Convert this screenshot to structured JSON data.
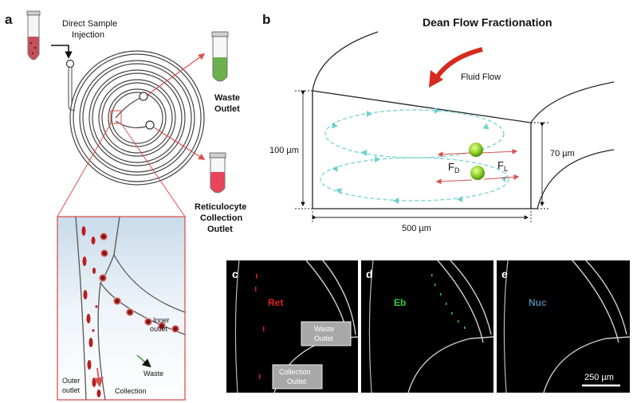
{
  "panel_a": {
    "letter": "a",
    "injection_label": [
      "Direct Sample",
      "Injection"
    ],
    "waste_label": [
      "Waste",
      "Outlet"
    ],
    "reticulocyte_label": [
      "Reticulocyte",
      "Collection",
      "Outlet"
    ],
    "inner_outlet_label": [
      "Inner",
      "outlet"
    ],
    "outer_outlet_label": [
      "Outer",
      "outlet"
    ],
    "waste_arrow_label": "Waste",
    "collection_arrow_label": "Collection"
  },
  "panel_b": {
    "letter": "b",
    "title": "Dean Flow Fractionation",
    "fluid_flow_label": "Fluid Flow",
    "height_left": "100 µm",
    "height_right": "70 µm",
    "width": "500 µm",
    "force_drag": "F",
    "force_drag_sub": "D",
    "force_lift": "F",
    "force_lift_sub": "L"
  },
  "panel_c": {
    "letter": "c",
    "stain": "Ret",
    "stain_color": "#e02020",
    "waste_box": [
      "Waste",
      "Outlet"
    ],
    "collection_box": [
      "Collection",
      "Outlet"
    ]
  },
  "panel_d": {
    "letter": "d",
    "stain": "Eb",
    "stain_color": "#2fd03a"
  },
  "panel_e": {
    "letter": "e",
    "stain": "Nuc",
    "stain_color": "#4a7fa0",
    "scale_bar": "250 µm"
  },
  "colors": {
    "channel_red": "#d9534f",
    "waste_green": "#6ab04c",
    "collection_pink": "#e8455a",
    "vortex": "#7fd6d6",
    "particle": "#8fd12a"
  }
}
